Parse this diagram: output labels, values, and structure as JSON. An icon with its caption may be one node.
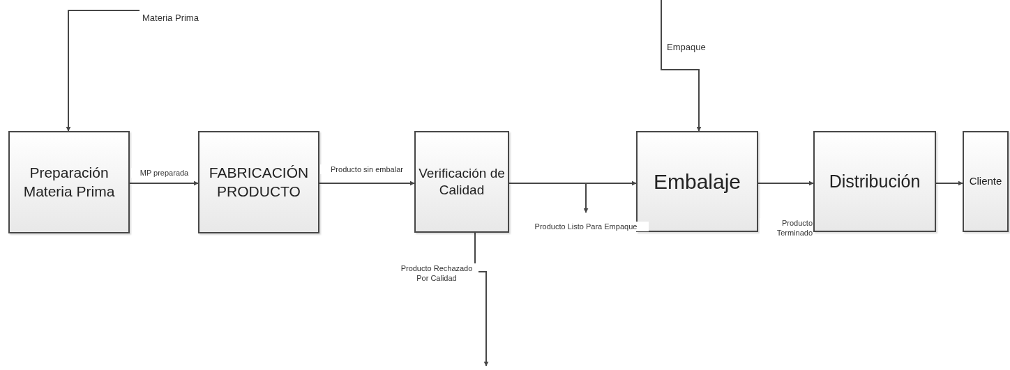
{
  "diagram": {
    "nodes": [
      {
        "text": [
          "Preparación Materia Prima"
        ]
      },
      {
        "text": [
          "FABRICACIÓN PRODUCTO"
        ]
      },
      {
        "text": [
          "Verificación de Calidad"
        ]
      },
      {
        "text": [
          "Embalaje"
        ]
      },
      {
        "text": [
          "Distribución"
        ]
      },
      {
        "text": [
          "Cliente"
        ]
      }
    ],
    "edges": [
      {
        "from": null,
        "to": 0,
        "arrow": "to",
        "label": "Materia Prima"
      },
      {
        "from": 0,
        "to": 1,
        "arrow": "to",
        "label": "MP preparada"
      },
      {
        "from": 1,
        "to": 2,
        "arrow": "to",
        "label": "Producto sin embalar"
      },
      {
        "from": 2,
        "to": 3,
        "arrow": "to"
      },
      {
        "from": 2,
        "to": null,
        "arrow": "to",
        "label": "Producto Listo Para Empaque"
      },
      {
        "from": null,
        "to": 3,
        "arrow": "to",
        "label": "Empaque"
      },
      {
        "from": 3,
        "to": 4,
        "arrow": "to",
        "label": "Producto Terminado"
      },
      {
        "from": 4,
        "to": 5,
        "arrow": "to"
      },
      {
        "from": 2,
        "to": null,
        "arrow": "to",
        "label": "Producto Rechazado Por Calidad"
      }
    ]
  }
}
